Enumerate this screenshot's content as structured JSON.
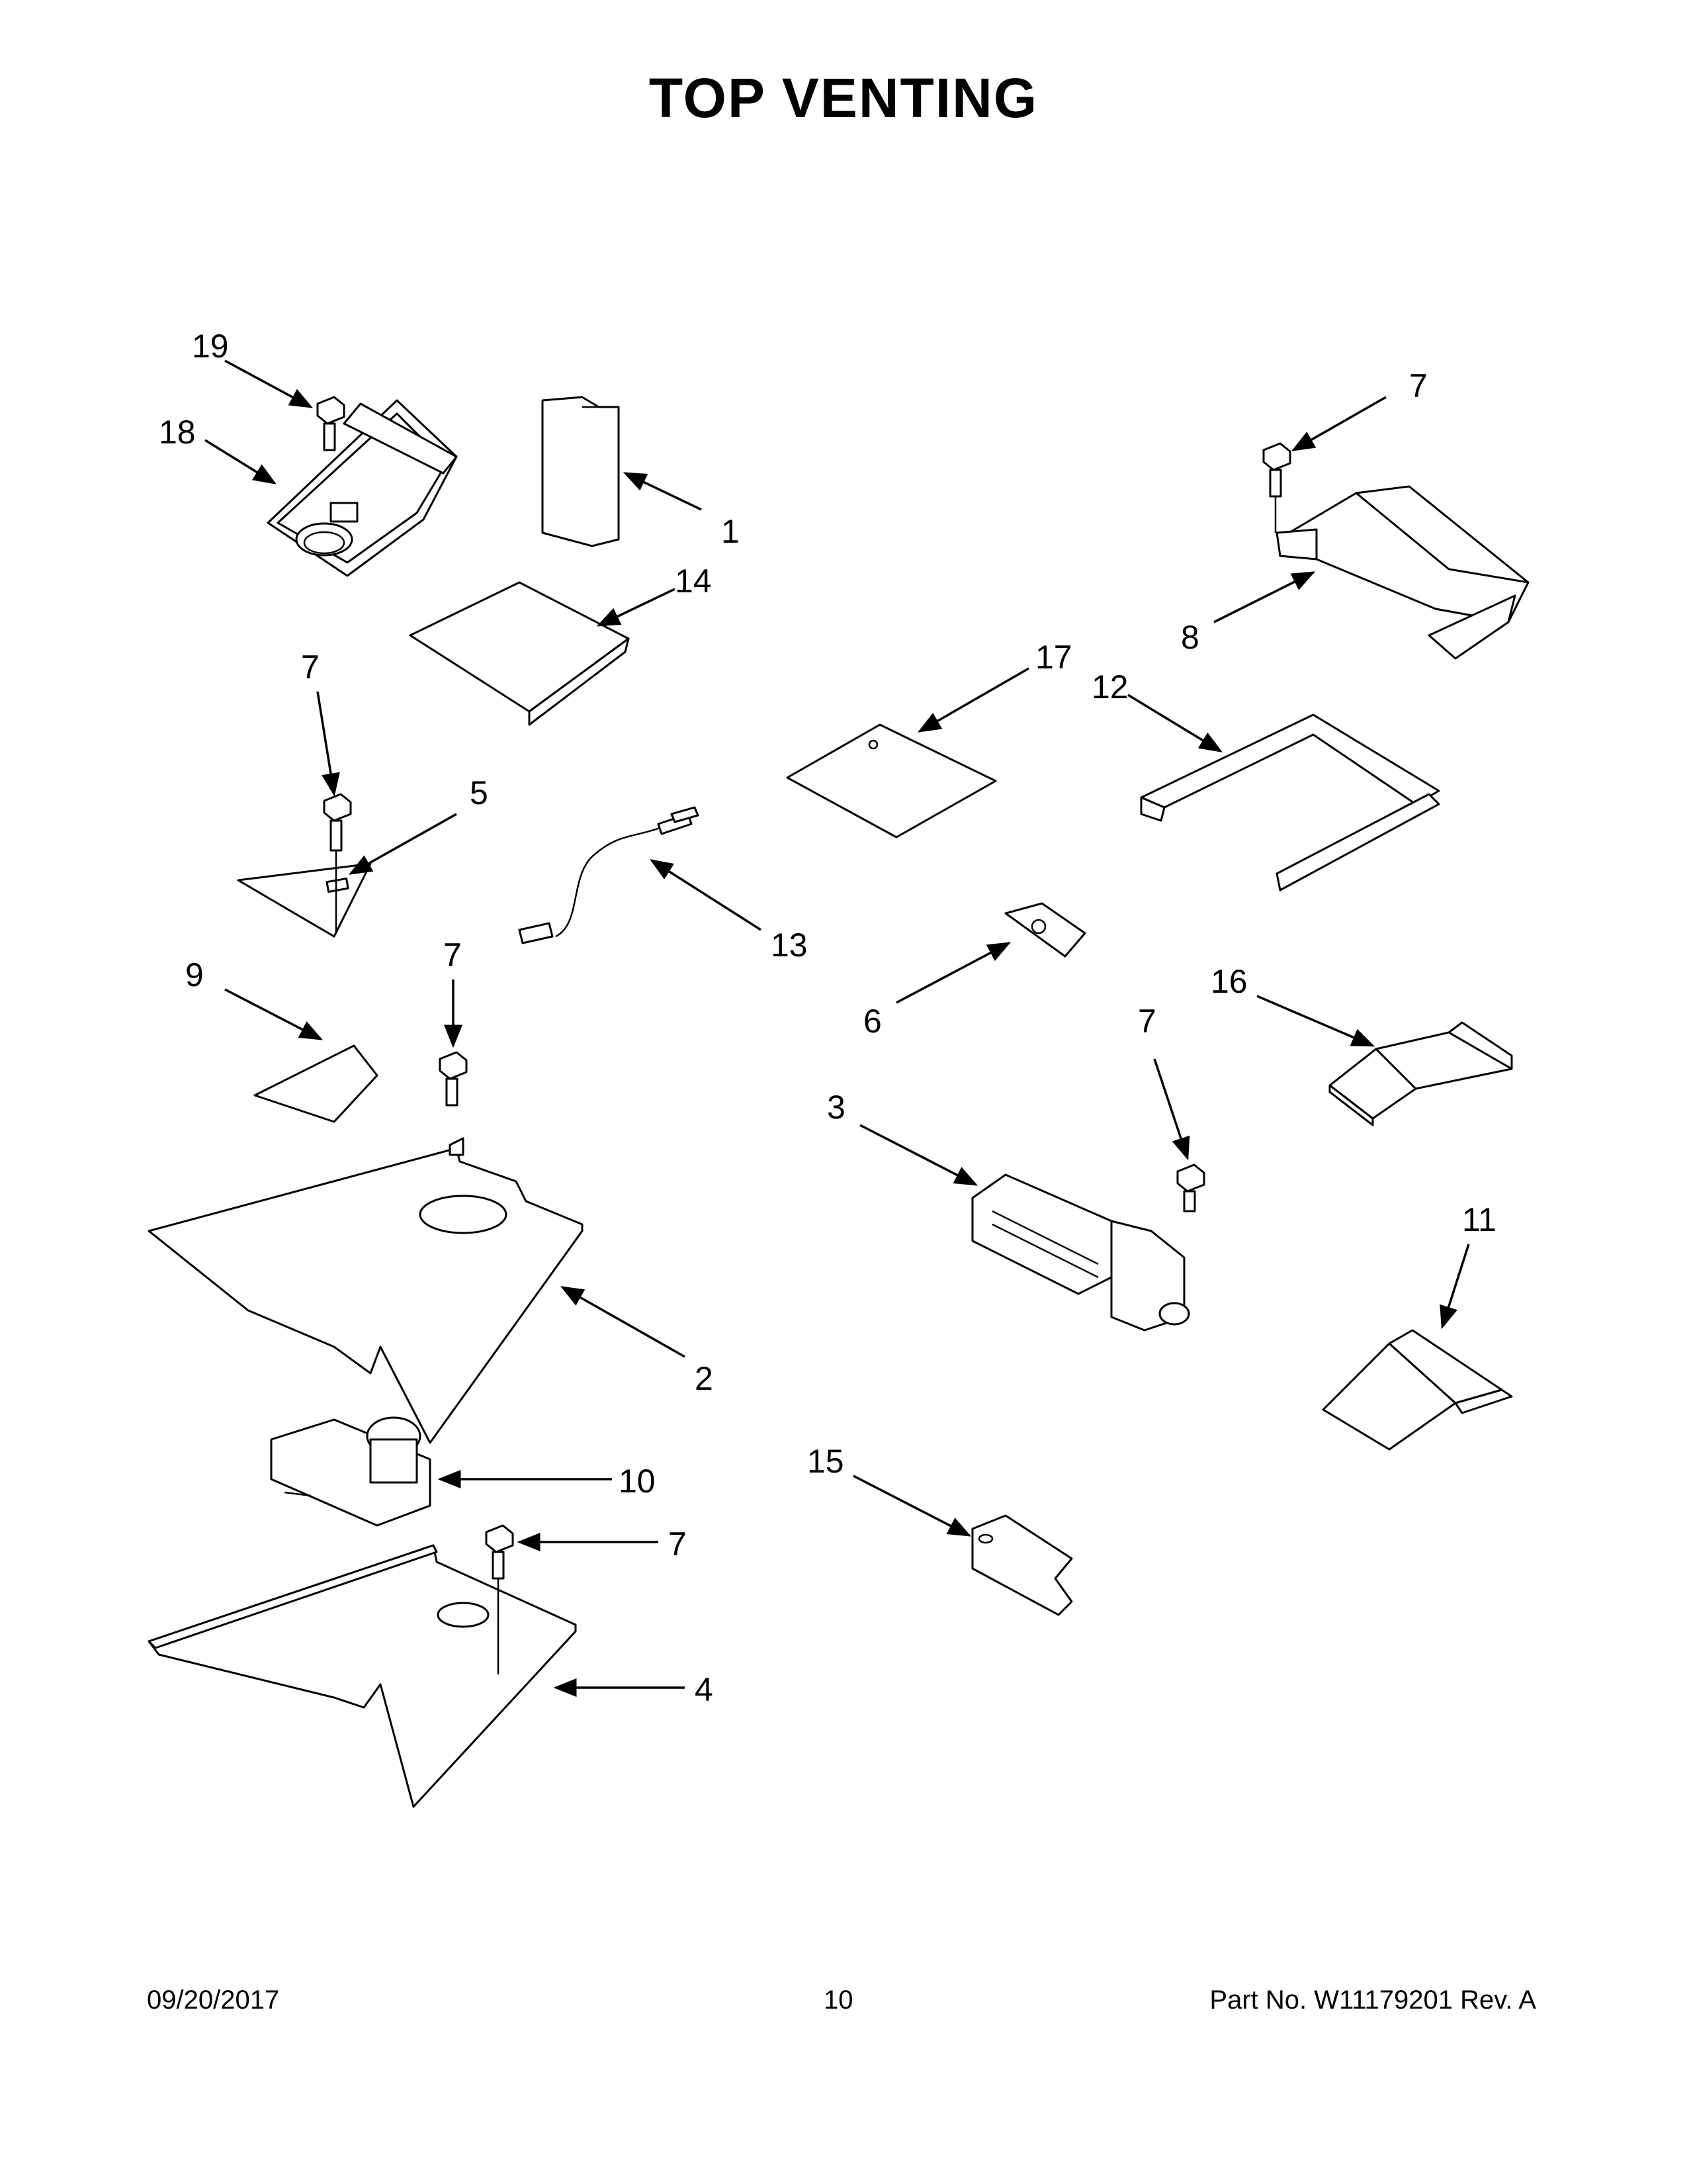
{
  "title": "TOP  VENTING",
  "callouts": {
    "c19": "19",
    "c18": "18",
    "c1": "1",
    "c14": "14",
    "c7a": "7",
    "c8": "8",
    "c7b": "7",
    "c5": "5",
    "c17": "17",
    "c12": "12",
    "c13": "13",
    "c9": "9",
    "c7c": "7",
    "c6": "6",
    "c7d": "7",
    "c16": "16",
    "c3": "3",
    "c11": "11",
    "c2": "2",
    "c10": "10",
    "c15": "15",
    "c7e": "7",
    "c4": "4"
  },
  "footer": {
    "date": "09/20/2017",
    "page": "10",
    "part": "Part No.  W11179201  Rev.  A"
  }
}
